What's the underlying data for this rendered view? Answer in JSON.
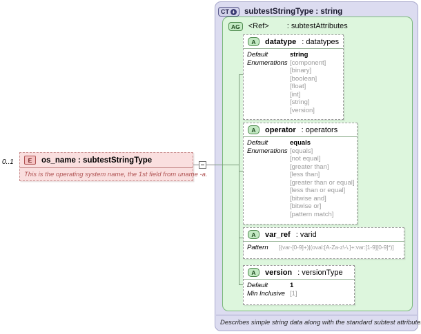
{
  "complex_type": {
    "badge": "CT",
    "badge_plus": "+",
    "title": "subtestStringType : string",
    "footer_annotation": "Describes simple string data along with the standard subtest attributes."
  },
  "attribute_group": {
    "badge": "AG",
    "ref_label": "<Ref>",
    "type_label": ": subtestAttributes"
  },
  "element": {
    "badge": "E",
    "cardinality": "0..1",
    "title": "os_name : subtestStringType",
    "documentation": "This is the operating system name, the 1st field from uname -a.",
    "collapse_icon": "minus-icon"
  },
  "attributes": [
    {
      "badge": "A",
      "name": "datatype",
      "type": ": datatypes",
      "facets": [
        {
          "label": "Default",
          "value": "string"
        },
        {
          "label": "Enumerations",
          "value": ""
        }
      ],
      "enumerations": [
        "[component]",
        "[binary]",
        "[boolean]",
        "[float]",
        "[int]",
        "[string]",
        "[version]"
      ]
    },
    {
      "badge": "A",
      "name": "operator",
      "type": ": operators",
      "facets": [
        {
          "label": "Default",
          "value": "equals"
        },
        {
          "label": "Enumerations",
          "value": ""
        }
      ],
      "enumerations": [
        "[equals]",
        "[not equal]",
        "[greater than]",
        "[less than]",
        "[greater than or equal]",
        "[less than or equal]",
        "[bitwise and]",
        "[bitwise or]",
        "[pattern match]"
      ]
    },
    {
      "badge": "A",
      "name": "var_ref",
      "type": ": varid",
      "facets": [
        {
          "label": "Pattern",
          "value": "[(var-[0-9]+)|(oval:[A-Za-z\\-\\.]+:var:[1-9][0-9]*)]"
        }
      ],
      "enumerations": []
    },
    {
      "badge": "A",
      "name": "version",
      "type": ": versionType",
      "facets": [
        {
          "label": "Default",
          "value": "1"
        },
        {
          "label": "Min Inclusive",
          "value": "[1]"
        }
      ],
      "enumerations": []
    }
  ]
}
